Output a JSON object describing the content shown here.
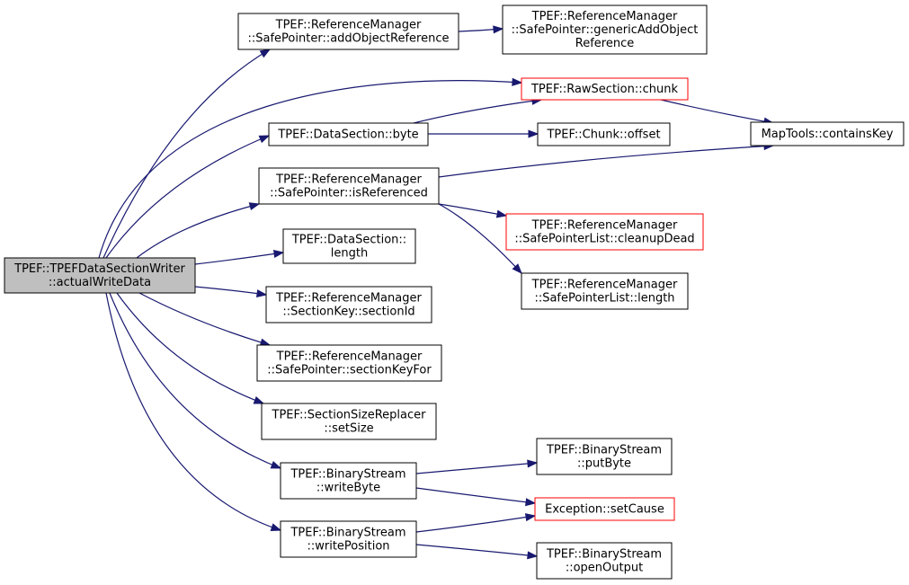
{
  "colors": {
    "edge": "#191970",
    "node_border": "#000000",
    "node_border_truncated": "#ff0000",
    "root_fill": "#bfbfbf",
    "node_fill": "#ffffff"
  },
  "nodes": [
    {
      "id": "root",
      "lines": [
        "TPEF::TPEFDataSectionWriter",
        "::actualWriteData"
      ],
      "style": "root"
    },
    {
      "id": "addObjRef",
      "lines": [
        "TPEF::ReferenceManager",
        "::SafePointer::addObjectReference"
      ],
      "style": "normal"
    },
    {
      "id": "genericAdd",
      "lines": [
        "TPEF::ReferenceManager",
        "::SafePointer::genericAddObject",
        "Reference"
      ],
      "style": "normal"
    },
    {
      "id": "rawChunk",
      "lines": [
        "TPEF::RawSection::chunk"
      ],
      "style": "truncated"
    },
    {
      "id": "dsByte",
      "lines": [
        "TPEF::DataSection::byte"
      ],
      "style": "normal"
    },
    {
      "id": "chunkOffset",
      "lines": [
        "TPEF::Chunk::offset"
      ],
      "style": "normal"
    },
    {
      "id": "containsKey",
      "lines": [
        "MapTools::containsKey"
      ],
      "style": "normal"
    },
    {
      "id": "isRef",
      "lines": [
        "TPEF::ReferenceManager",
        "::SafePointer::isReferenced"
      ],
      "style": "normal"
    },
    {
      "id": "cleanupDead",
      "lines": [
        "TPEF::ReferenceManager",
        "::SafePointerList::cleanupDead"
      ],
      "style": "truncated"
    },
    {
      "id": "dsLength",
      "lines": [
        "TPEF::DataSection::",
        "length"
      ],
      "style": "normal"
    },
    {
      "id": "splLength",
      "lines": [
        "TPEF::ReferenceManager",
        "::SafePointerList::length"
      ],
      "style": "normal"
    },
    {
      "id": "sectionId",
      "lines": [
        "TPEF::ReferenceManager",
        "::SectionKey::sectionId"
      ],
      "style": "normal"
    },
    {
      "id": "sectionKeyFor",
      "lines": [
        "TPEF::ReferenceManager",
        "::SafePointer::sectionKeyFor"
      ],
      "style": "normal"
    },
    {
      "id": "setSize",
      "lines": [
        "TPEF::SectionSizeReplacer",
        "::setSize"
      ],
      "style": "normal"
    },
    {
      "id": "writeByte",
      "lines": [
        "TPEF::BinaryStream",
        "::writeByte"
      ],
      "style": "normal"
    },
    {
      "id": "putByte",
      "lines": [
        "TPEF::BinaryStream",
        "::putByte"
      ],
      "style": "normal"
    },
    {
      "id": "setCause",
      "lines": [
        "Exception::setCause"
      ],
      "style": "truncated"
    },
    {
      "id": "writePosition",
      "lines": [
        "TPEF::BinaryStream",
        "::writePosition"
      ],
      "style": "normal"
    },
    {
      "id": "openOutput",
      "lines": [
        "TPEF::BinaryStream",
        "::openOutput"
      ],
      "style": "normal"
    }
  ],
  "edges": [
    {
      "from": "root",
      "to": "addObjRef"
    },
    {
      "from": "root",
      "to": "rawChunk"
    },
    {
      "from": "root",
      "to": "dsByte"
    },
    {
      "from": "root",
      "to": "isRef"
    },
    {
      "from": "root",
      "to": "dsLength"
    },
    {
      "from": "root",
      "to": "sectionId"
    },
    {
      "from": "root",
      "to": "sectionKeyFor"
    },
    {
      "from": "root",
      "to": "setSize"
    },
    {
      "from": "root",
      "to": "writeByte"
    },
    {
      "from": "root",
      "to": "writePosition"
    },
    {
      "from": "addObjRef",
      "to": "genericAdd"
    },
    {
      "from": "rawChunk",
      "to": "containsKey"
    },
    {
      "from": "dsByte",
      "to": "rawChunk"
    },
    {
      "from": "dsByte",
      "to": "chunkOffset"
    },
    {
      "from": "isRef",
      "to": "containsKey"
    },
    {
      "from": "isRef",
      "to": "cleanupDead"
    },
    {
      "from": "isRef",
      "to": "splLength"
    },
    {
      "from": "writeByte",
      "to": "putByte"
    },
    {
      "from": "writeByte",
      "to": "setCause"
    },
    {
      "from": "writePosition",
      "to": "setCause"
    },
    {
      "from": "writePosition",
      "to": "openOutput"
    }
  ]
}
